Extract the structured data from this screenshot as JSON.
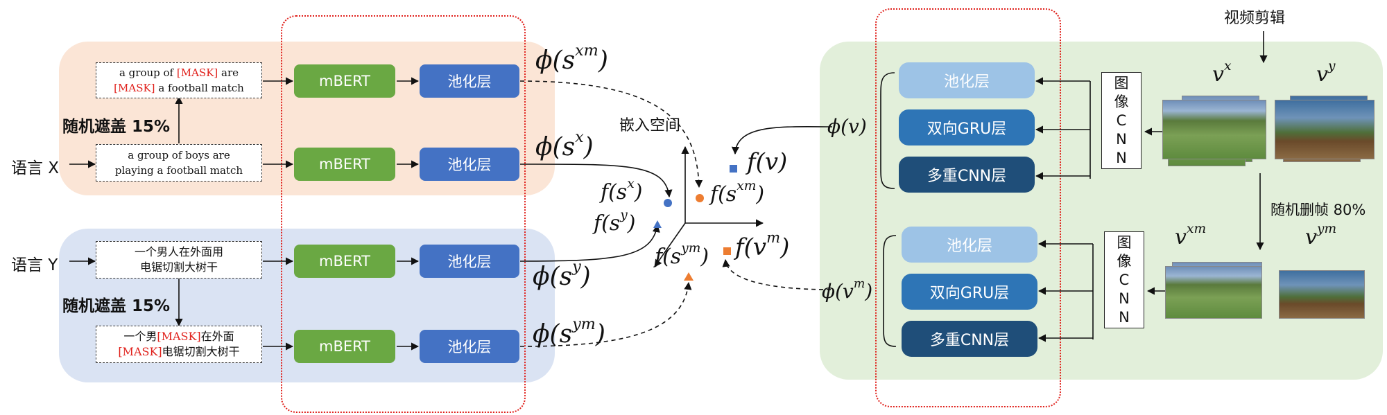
{
  "left": {
    "lang_x": "语言 X",
    "lang_y": "语言 Y",
    "mask_x": "随机遮盖 15%",
    "mask_y": "随机遮盖 15%",
    "sent_x_masked_a": "a group of ",
    "sent_x_masked_b": "[MASK]",
    "sent_x_masked_c": " are",
    "sent_x_masked_d": "[MASK]",
    "sent_x_masked_e": " a football match",
    "sent_x_line1": "a group of boys are",
    "sent_x_line2": "playing a football match",
    "sent_y_line1": "一个男人在外面用",
    "sent_y_line2": "电锯切割大树干",
    "sent_y_masked_a": "一个男",
    "sent_y_masked_b": "[MASK]",
    "sent_y_masked_c": "在外面",
    "sent_y_masked_d": "[MASK]",
    "sent_y_masked_e": "电锯切割大树干",
    "encoder": "mBERT",
    "pool": "池化层"
  },
  "phi": {
    "sxm": "ϕ(s",
    "sxm_sup": "xm",
    "sx": "ϕ(s",
    "sx_sup": "x",
    "sy": "ϕ(s",
    "sy_sup": "y",
    "sym": "ϕ(s",
    "sym_sup": "ym",
    "v": "ϕ(v)",
    "vm": "ϕ(v",
    "vm_sup": "m"
  },
  "embed": {
    "title": "嵌入空间",
    "fsx": "f(s",
    "fsx_sup": "x",
    "fsy": "f(s",
    "fsy_sup": "y",
    "fsxm": "f(s",
    "fsxm_sup": "xm",
    "fsym": "f(s",
    "fsym_sup": "ym",
    "fv": "f(v)",
    "fvm": "f(v",
    "fvm_sup": "m",
    "close": ")"
  },
  "right": {
    "video_edit": "视频剪辑",
    "drop": "随机删帧 80%",
    "pool": "池化层",
    "gru": "双向GRU层",
    "cnn_multi": "多重CNN层",
    "img_cnn": [
      "图",
      "像",
      "C",
      "N",
      "N"
    ],
    "vx": "v",
    "vx_sup": "x",
    "vy": "v",
    "vy_sup": "y",
    "vxm": "v",
    "vxm_sup": "xm",
    "vym": "v",
    "vym_sup": "ym"
  },
  "colors": {
    "orange_panel": "#fbe5d6",
    "blue_panel": "#dae3f3",
    "green_panel": "#e2efda",
    "mbert": "#6aa843",
    "pool": "#4472c4",
    "dot_blue": "#4472c4",
    "dot_orange": "#ed7d31"
  }
}
